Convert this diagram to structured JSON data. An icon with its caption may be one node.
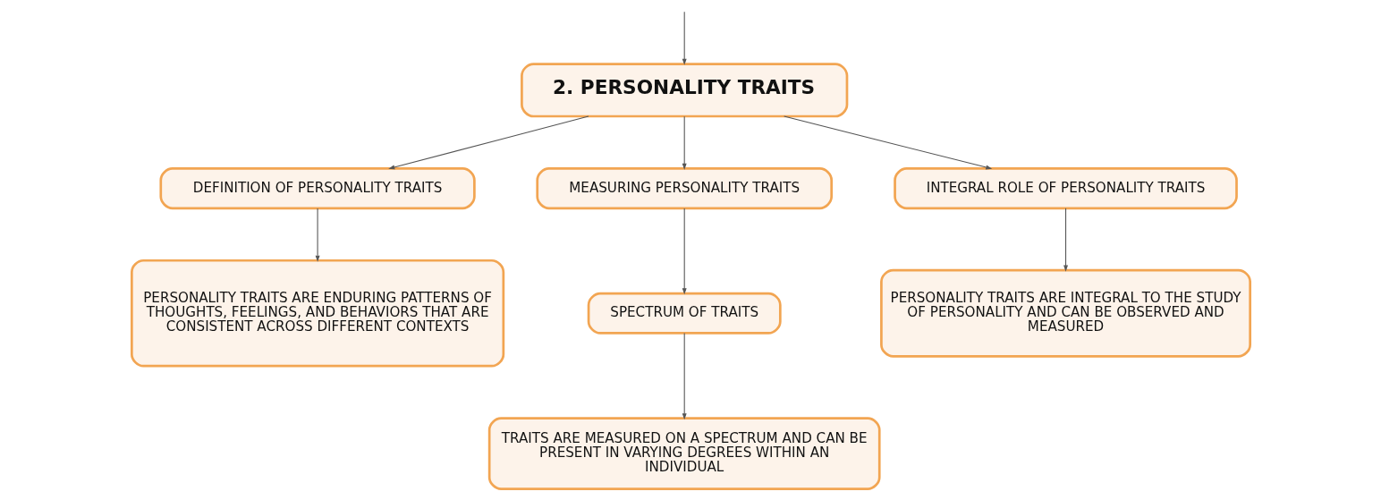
{
  "diagram": {
    "nodes": [
      {
        "text": [
          "2. PERSONALITY TRAITS"
        ]
      },
      {
        "text": [
          "DEFINITION OF PERSONALITY TRAITS"
        ]
      },
      {
        "text": [
          "MEASURING PERSONALITY TRAITS"
        ]
      },
      {
        "text": [
          "INTEGRAL ROLE OF PERSONALITY TRAITS"
        ]
      },
      {
        "text": [
          "PERSONALITY TRAITS ARE ENDURING PATTERNS OF THOUGHTS, FEELINGS, AND BEHAVIORS THAT ARE CONSISTENT ACROSS DIFFERENT CONTEXTS"
        ]
      },
      {
        "text": [
          "SPECTRUM OF TRAITS"
        ]
      },
      {
        "text": [
          "PERSONALITY TRAITS ARE INTEGRAL TO THE STUDY OF PERSONALITY AND CAN BE OBSERVED AND MEASURED"
        ]
      },
      {
        "text": [
          "TRAITS ARE MEASURED ON A SPECTRUM AND CAN BE PRESENT IN VARYING DEGREES WITHIN AN INDIVIDUAL"
        ]
      }
    ],
    "edges": [
      {
        "from": null,
        "to": 0,
        "arrow": "to"
      },
      {
        "from": 0,
        "to": 1,
        "arrow": "to"
      },
      {
        "from": 0,
        "to": 2,
        "arrow": "to"
      },
      {
        "from": 0,
        "to": 3,
        "arrow": "to"
      },
      {
        "from": 1,
        "to": 4,
        "arrow": "to"
      },
      {
        "from": 2,
        "to": 5,
        "arrow": "to"
      },
      {
        "from": 5,
        "to": 7,
        "arrow": "to"
      },
      {
        "from": 3,
        "to": 6,
        "arrow": "to"
      }
    ]
  }
}
